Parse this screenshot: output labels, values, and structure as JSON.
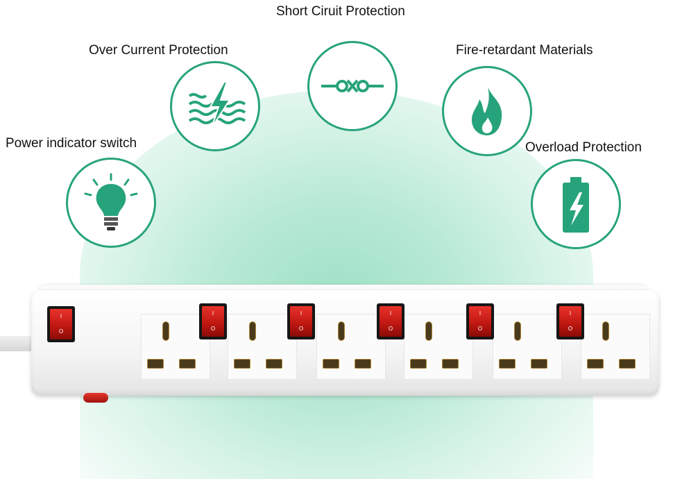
{
  "features": [
    {
      "id": "short-circuit",
      "label": "Short Ciruit Protection",
      "icon": "short-circuit-icon"
    },
    {
      "id": "over-current",
      "label": "Over Current Protection",
      "icon": "lightning-waves-icon"
    },
    {
      "id": "fire-retardant",
      "label": "Fire-retardant Materials",
      "icon": "flame-icon"
    },
    {
      "id": "power-indicator",
      "label": "Power indicator switch",
      "icon": "light-bulb-icon"
    },
    {
      "id": "overload",
      "label": "Overload Protection",
      "icon": "battery-bolt-icon"
    }
  ],
  "switch_marks": {
    "on": "I",
    "off": "O"
  },
  "colors": {
    "accent": "#27a37b",
    "switch_red": "#d4201a",
    "background_glow": "#9fe0c6"
  }
}
